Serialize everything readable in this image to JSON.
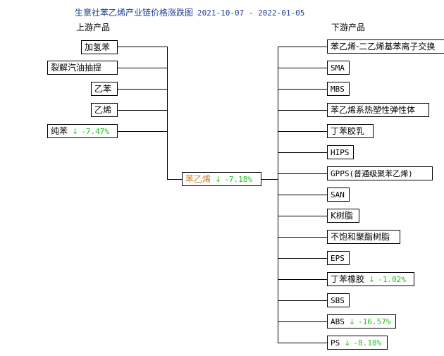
{
  "title": "生意社苯乙烯产业链价格涨跌图",
  "date_range": "2021-10-07 - 2022-01-05",
  "upstream_header": "上游产品",
  "downstream_header": "下游产品",
  "center": {
    "name": "苯乙烯",
    "arrow": "↓",
    "change": "-7.18%"
  },
  "upstream": [
    {
      "name": "加氢苯"
    },
    {
      "name": "裂解汽油抽提"
    },
    {
      "name": "乙苯"
    },
    {
      "name": "乙烯"
    },
    {
      "name": "纯苯",
      "arrow": "↓",
      "change": "-7.47%"
    }
  ],
  "downstream": [
    {
      "name": "苯乙烯-二乙烯基苯离子交换"
    },
    {
      "name": "SMA"
    },
    {
      "name": "MBS"
    },
    {
      "name": "苯乙烯系热塑性弹性体"
    },
    {
      "name": "丁苯胶乳"
    },
    {
      "name": "HIPS"
    },
    {
      "name": "GPPS(普通级聚苯乙烯)"
    },
    {
      "name": "SAN"
    },
    {
      "name": "K树脂"
    },
    {
      "name": "不饱和聚酯树脂"
    },
    {
      "name": "EPS"
    },
    {
      "name": "丁苯橡胶",
      "arrow": "↓",
      "change": "-1.02%"
    },
    {
      "name": "SBS"
    },
    {
      "name": "ABS",
      "arrow": "↓",
      "change": "-16.57%"
    },
    {
      "name": "PS",
      "arrow": "↓",
      "change": "-8.18%"
    }
  ],
  "colors": {
    "title": "#1a3d8f",
    "center_text": "#d07a1b",
    "decrease": "#1ec41e"
  }
}
